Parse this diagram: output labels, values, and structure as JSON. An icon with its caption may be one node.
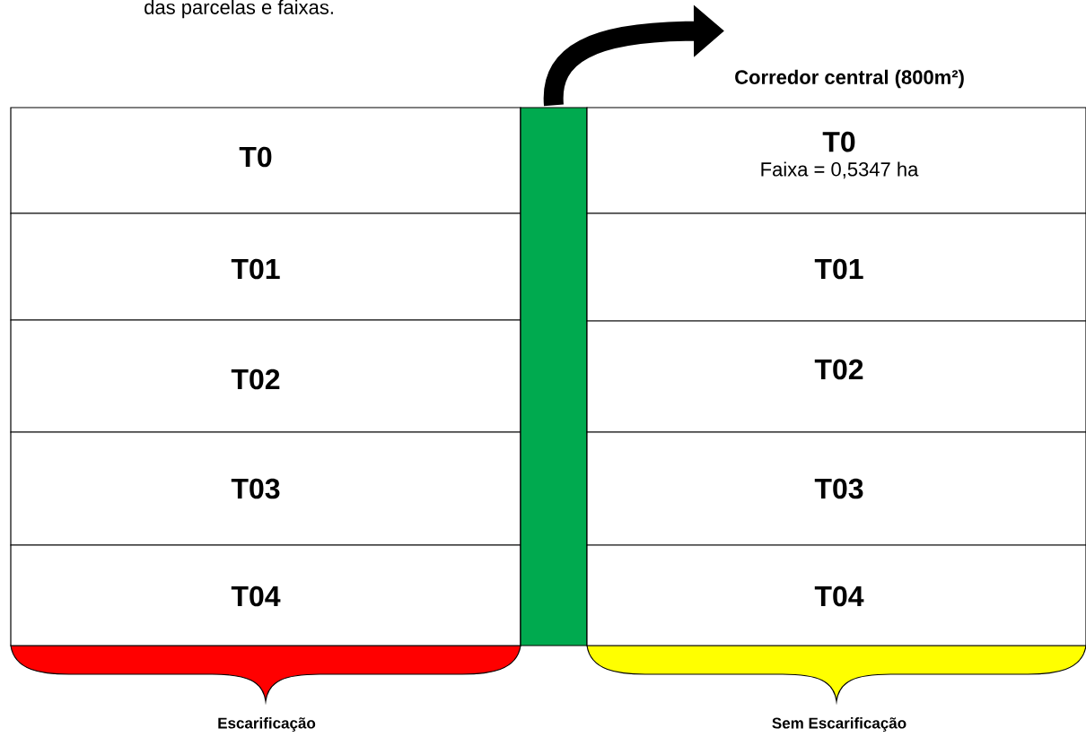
{
  "diagram": {
    "nodes": [
      {
        "text": [
          "T0"
        ]
      },
      {
        "text": [
          "T01"
        ]
      },
      {
        "text": [
          "T02"
        ]
      },
      {
        "text": [
          "T03"
        ]
      },
      {
        "text": [
          "T04"
        ]
      },
      {
        "text": [],
        "shape": "bar"
      },
      {
        "text": [
          "T0",
          "Faixa = 0,5347 ha"
        ]
      },
      {
        "text": [
          "T01"
        ]
      },
      {
        "text": [
          "T02"
        ]
      },
      {
        "text": [
          "T03"
        ]
      },
      {
        "text": [
          "T04"
        ]
      },
      {
        "text": [
          "Corredor central (800m²)"
        ]
      }
    ],
    "edges": [
      {
        "from": 5,
        "to": 11,
        "arrow": "to"
      }
    ],
    "labels": [
      "das parcelas e faixas.",
      "Escarificação",
      "Sem Escarificação"
    ]
  }
}
